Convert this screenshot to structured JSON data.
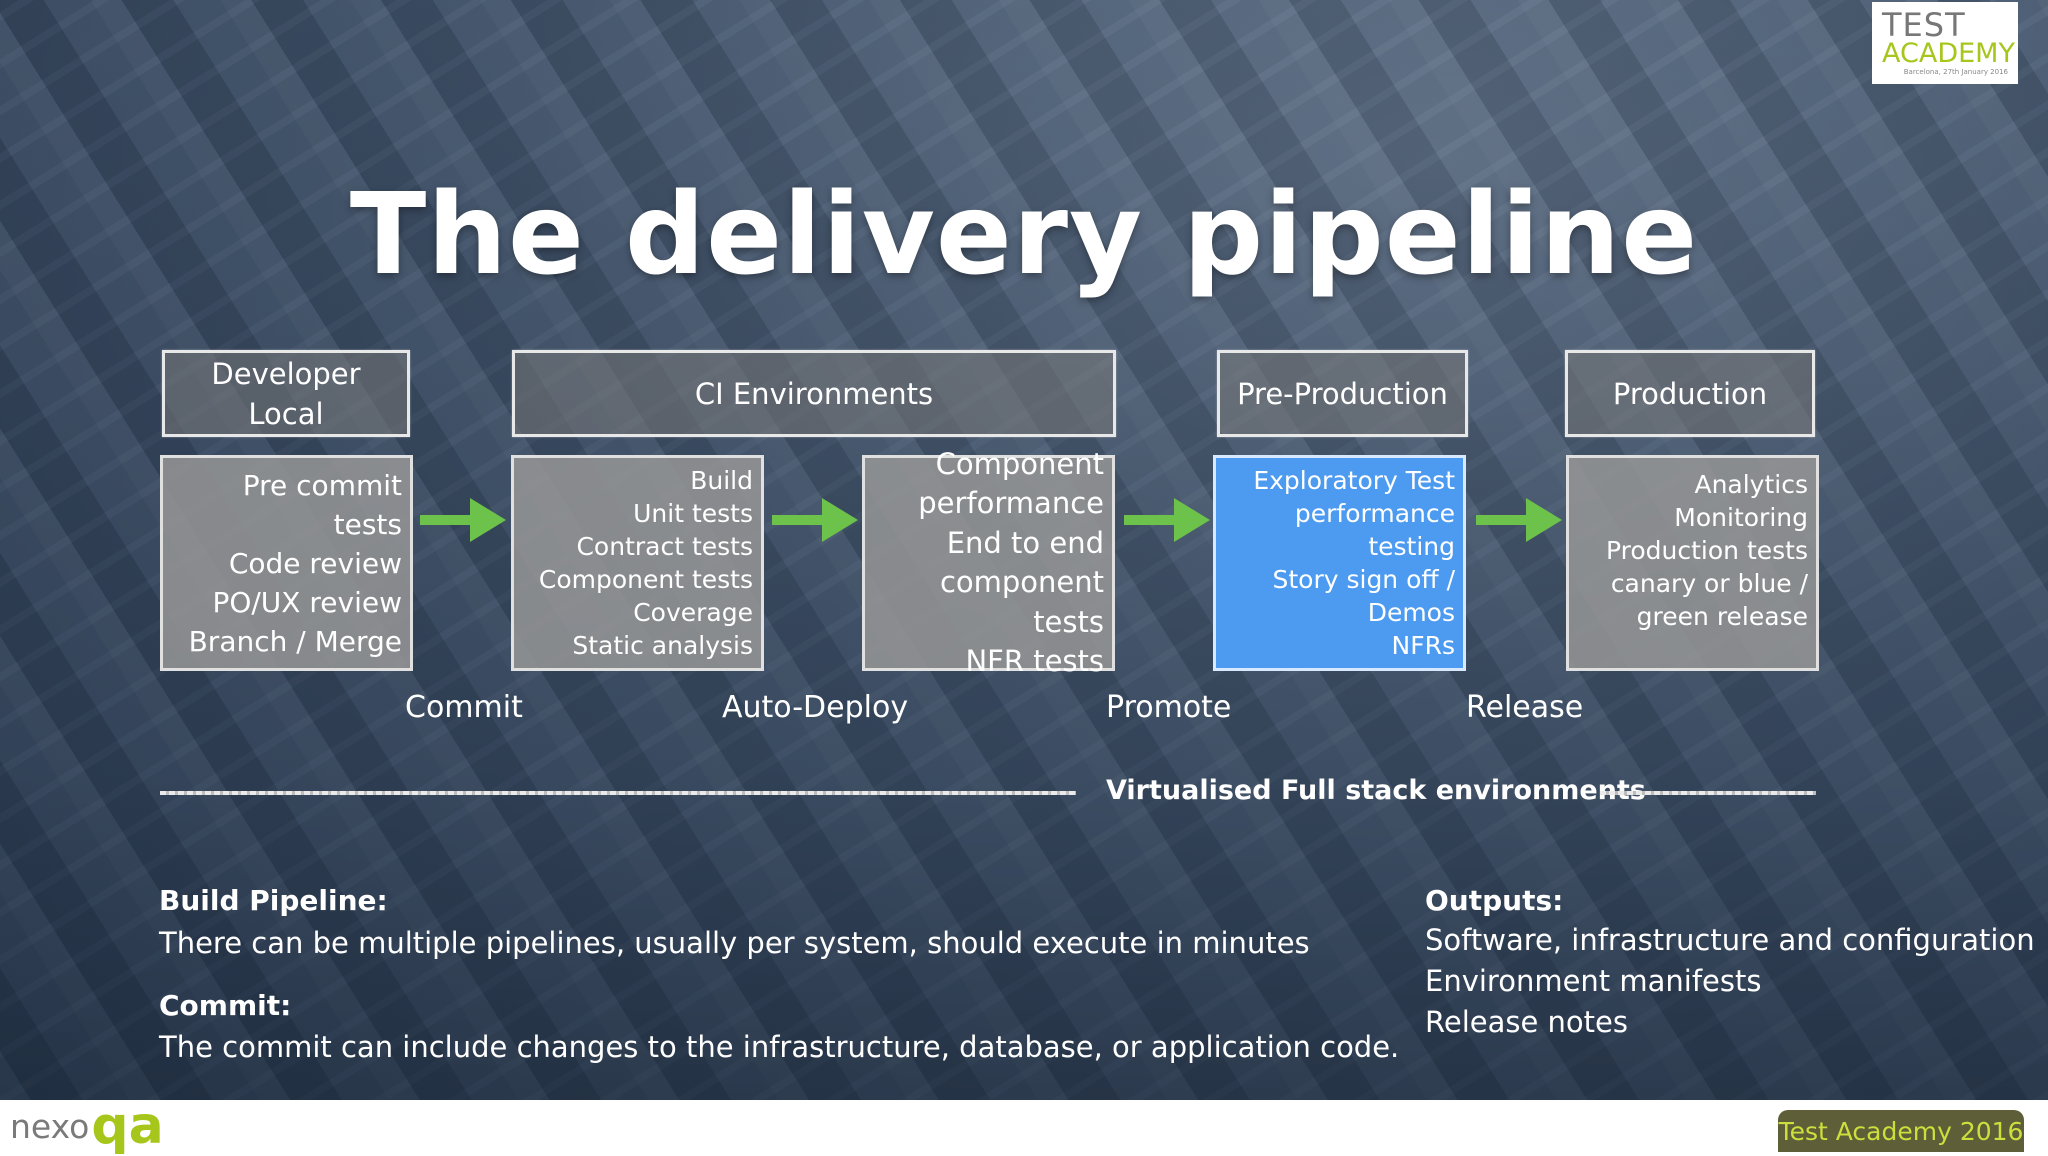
{
  "title": "The delivery pipeline",
  "logo": {
    "line1": "TEST",
    "line2": "ACADEMY",
    "line3": "Barcelona, 27th January 2016"
  },
  "stages": [
    {
      "name": "Developer\nLocal",
      "items": [
        "Pre commit tests",
        "Code review",
        "PO/UX review",
        "Branch / Merge"
      ]
    },
    {
      "name": "CI Environments",
      "items": [
        "Build",
        "Unit tests",
        "Contract tests",
        "Component tests",
        "Coverage",
        "Static analysis"
      ]
    },
    {
      "name": "",
      "items": [
        "Component",
        "performance",
        "End to end",
        "component tests",
        "NFR tests"
      ]
    },
    {
      "name": "Pre-Production",
      "items": [
        "Exploratory Test",
        "performance testing",
        "Story sign off /",
        "Demos",
        "NFRs"
      ]
    },
    {
      "name": "Production",
      "items": [
        "Analytics",
        "Monitoring",
        "Production tests",
        "canary or blue /",
        "green release"
      ]
    }
  ],
  "transitions": [
    "Commit",
    "Auto-Deploy",
    "Promote",
    "Release"
  ],
  "virtualised_label": "Virtualised Full stack environments",
  "notes": {
    "build_pipeline_head": "Build Pipeline:",
    "build_pipeline_text": "There can be multiple pipelines, usually per system, should execute in minutes",
    "commit_head": "Commit:",
    "commit_text": "The commit can include changes to the infrastructure, database, or application code.",
    "outputs_head": "Outputs:",
    "outputs_lines": [
      "Software, infrastructure and configuration",
      "Environment manifests",
      "Release notes"
    ]
  },
  "footer": {
    "brand_left": "nexo",
    "brand_right": "qa",
    "badge": "Test Academy 2016"
  },
  "colors": {
    "highlight": "#4d9bf1",
    "arrow": "#6cc24a",
    "accent": "#a6c61c"
  }
}
